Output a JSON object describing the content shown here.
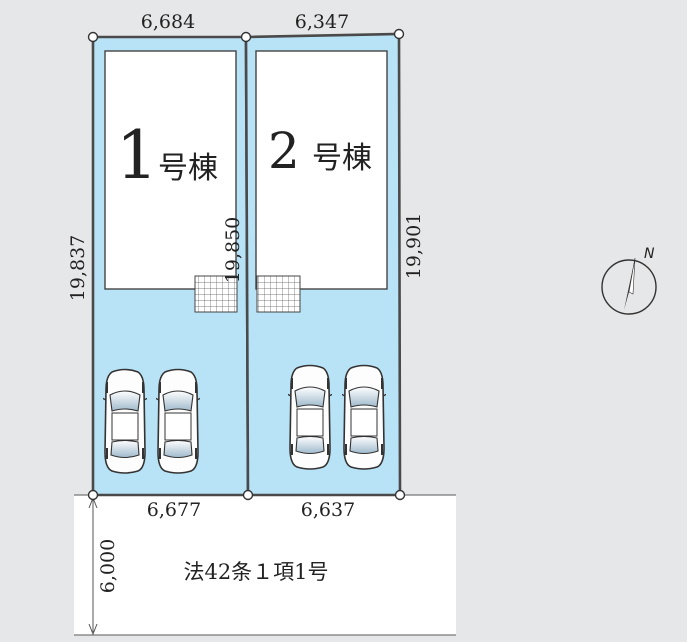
{
  "lots": [
    {
      "number": "1",
      "suffix": "号棟",
      "top_width": "6,684",
      "bottom_width": "6,677",
      "left_depth": "19,837",
      "shared_depth": "19,850"
    },
    {
      "number": "2",
      "suffix": "号棟",
      "top_width": "6,347",
      "bottom_width": "6,637",
      "right_depth": "19,901"
    }
  ],
  "road": {
    "width": "6,000",
    "label": "法42条１項1号"
  },
  "compass": {
    "north": "N"
  },
  "parking_per_lot": 2,
  "colors": {
    "lot_fill": "#b8e2f5",
    "building_fill": "#ffffff",
    "boundary": "#4a4a4a",
    "background": "#e6e7e9",
    "road_fill": "#ffffff"
  }
}
